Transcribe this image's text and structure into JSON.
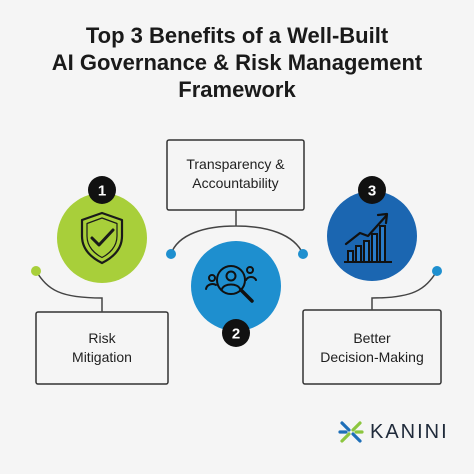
{
  "title": {
    "line1": "Top 3 Benefits of a Well-Built",
    "line2": "AI Governance & Risk Management",
    "line3": "Framework"
  },
  "benefits": [
    {
      "number": "1",
      "label_line1": "Risk",
      "label_line2": "Mitigation",
      "icon": "shield-check-icon",
      "color": "#a8cf3a"
    },
    {
      "number": "2",
      "label_line1": "Transparency &",
      "label_line2": "Accountability",
      "icon": "people-search-icon",
      "color": "#1e8fcf"
    },
    {
      "number": "3",
      "label_line1": "Better",
      "label_line2": "Decision-Making",
      "icon": "growth-chart-icon",
      "color": "#1b66b1"
    }
  ],
  "brand": {
    "name": "KANINI",
    "icon": "kanini-logo-icon"
  },
  "colors": {
    "background": "#f5f5f5",
    "badge": "#111111",
    "connector": "#444444",
    "dot_green": "#a8cf3a",
    "dot_blue": "#1e8fcf",
    "logo_green": "#8cc63f",
    "logo_blue": "#1e6fb8"
  }
}
